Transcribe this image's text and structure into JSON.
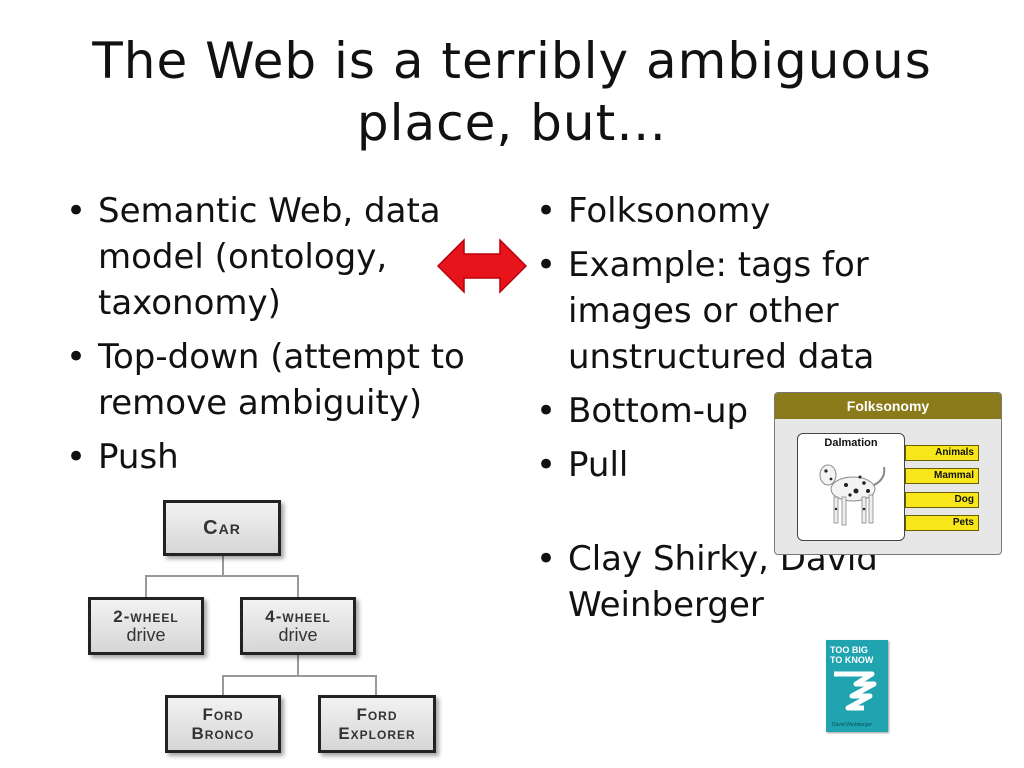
{
  "slide": {
    "title_line1": "The Web is a terribly ambiguous",
    "title_line2": "place, but…"
  },
  "left_bullets": [
    "Semantic Web, data model (ontology, taxonomy)",
    "Top-down (attempt to remove ambiguity)",
    "Push"
  ],
  "right_bullets": [
    "Folksonomy",
    "Example: tags for images or other unstructured data",
    "Bottom-up",
    "Pull",
    "Clay Shirky, David Weinberger"
  ],
  "arrow": {
    "icon": "double-headed-arrow-icon",
    "color": "#e8141b"
  },
  "taxonomy": {
    "root": "Car",
    "level1": [
      {
        "top": "2-wheel",
        "bottom": "drive"
      },
      {
        "top": "4-wheel",
        "bottom": "drive"
      }
    ],
    "level2": [
      {
        "top": "Ford",
        "bottom": "Bronco"
      },
      {
        "top": "Ford",
        "bottom": "Explorer"
      }
    ]
  },
  "folksonomy_figure": {
    "header": "Folksonomy",
    "item_label": "Dalmation",
    "tags": [
      "Animals",
      "Mammal",
      "Dog",
      "Pets"
    ],
    "header_color": "#8a7a1a",
    "tag_color": "#f6e61a"
  },
  "book": {
    "title_line1": "TOO BIG",
    "title_line2": "TO KNOW",
    "author": "David Weinberger",
    "cover_color": "#1fa4b0"
  }
}
